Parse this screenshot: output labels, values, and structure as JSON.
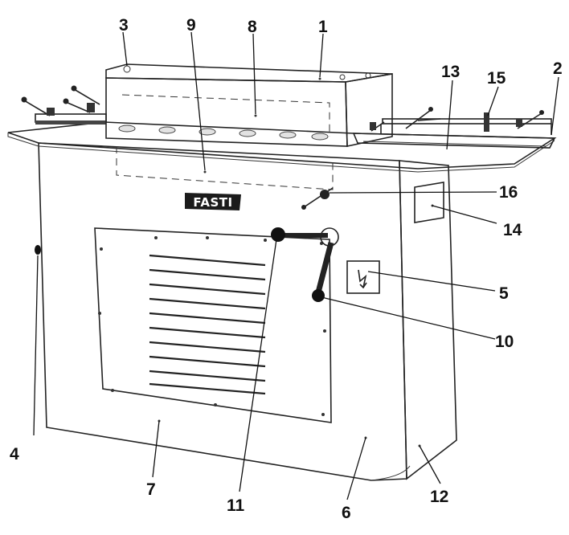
{
  "brand": {
    "logo_text": "FASTI"
  },
  "callouts": [
    {
      "id": "1",
      "text": "1"
    },
    {
      "id": "2",
      "text": "2"
    },
    {
      "id": "3",
      "text": "3"
    },
    {
      "id": "4",
      "text": "4"
    },
    {
      "id": "5",
      "text": "5"
    },
    {
      "id": "6",
      "text": "6"
    },
    {
      "id": "7",
      "text": "7"
    },
    {
      "id": "8",
      "text": "8"
    },
    {
      "id": "9",
      "text": "9"
    },
    {
      "id": "10",
      "text": "10"
    },
    {
      "id": "11",
      "text": "11"
    },
    {
      "id": "12",
      "text": "12"
    },
    {
      "id": "13",
      "text": "13"
    },
    {
      "id": "14",
      "text": "14"
    },
    {
      "id": "15",
      "text": "15"
    },
    {
      "id": "16",
      "text": "16"
    }
  ]
}
